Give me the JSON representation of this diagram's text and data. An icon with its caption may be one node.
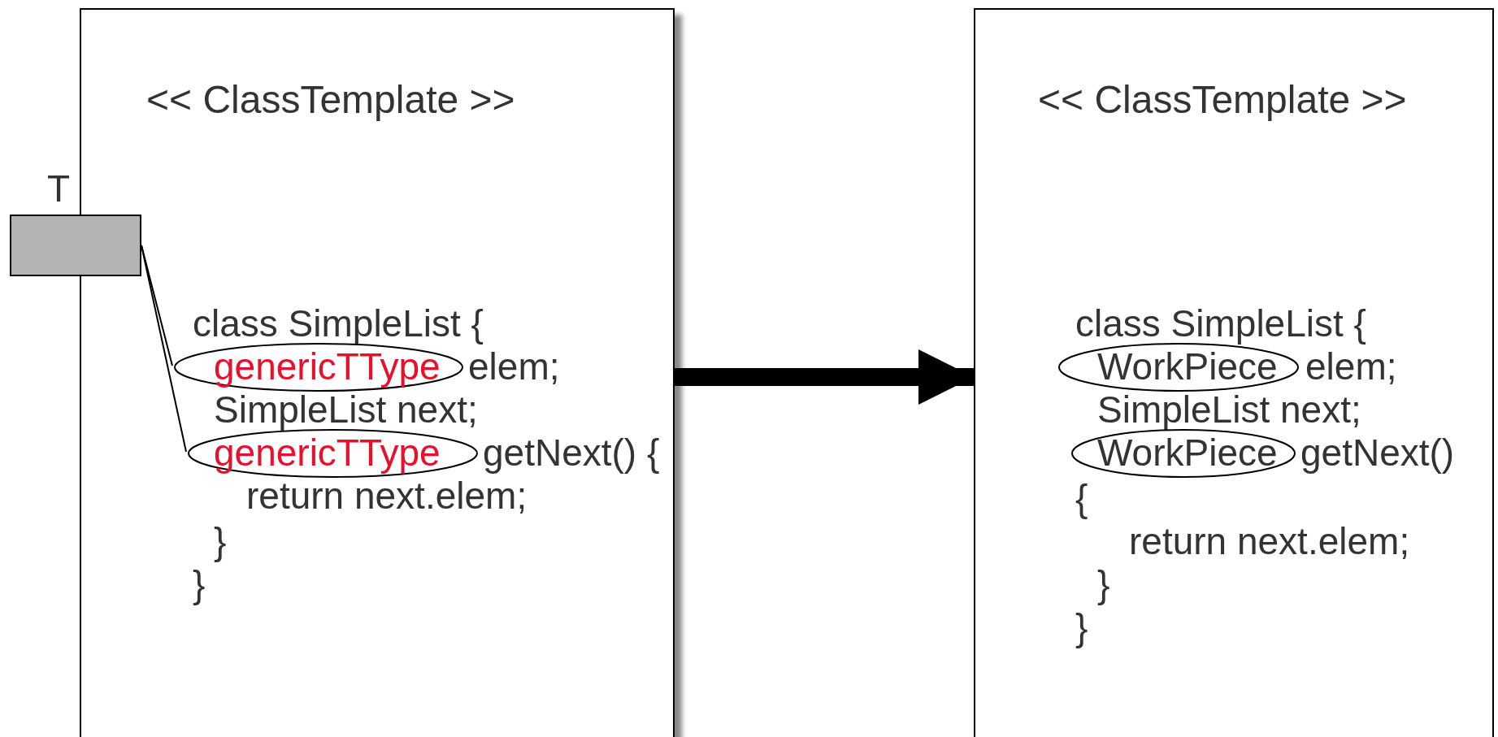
{
  "diagram": {
    "nodes": [
      {
        "text": [
          "T"
        ]
      },
      {
        "text": [
          "<< ClassTemplate >>",
          "class SimpleList {",
          "elem;",
          "SimpleList next;",
          "getNext() {",
          "return next.elem;",
          "}",
          "}"
        ]
      },
      {
        "text": [
          "genericTType"
        ],
        "in": 1
      },
      {
        "text": [
          "genericTType"
        ],
        "in": 1
      },
      {
        "text": [
          "<< ClassTemplate >>",
          "class SimpleList {",
          "elem;",
          "SimpleList next;",
          "getNext()",
          "{",
          "return next.elem;",
          "}",
          "}"
        ]
      },
      {
        "text": [
          "WorkPiece"
        ],
        "in": 4
      },
      {
        "text": [
          "WorkPiece"
        ],
        "in": 4
      }
    ],
    "edges": [
      {
        "from": 0,
        "to": 2,
        "arrow": "none"
      },
      {
        "from": 0,
        "to": 3,
        "arrow": "none"
      },
      {
        "from": 1,
        "to": 4,
        "arrow": "to",
        "style": "thick"
      }
    ]
  }
}
